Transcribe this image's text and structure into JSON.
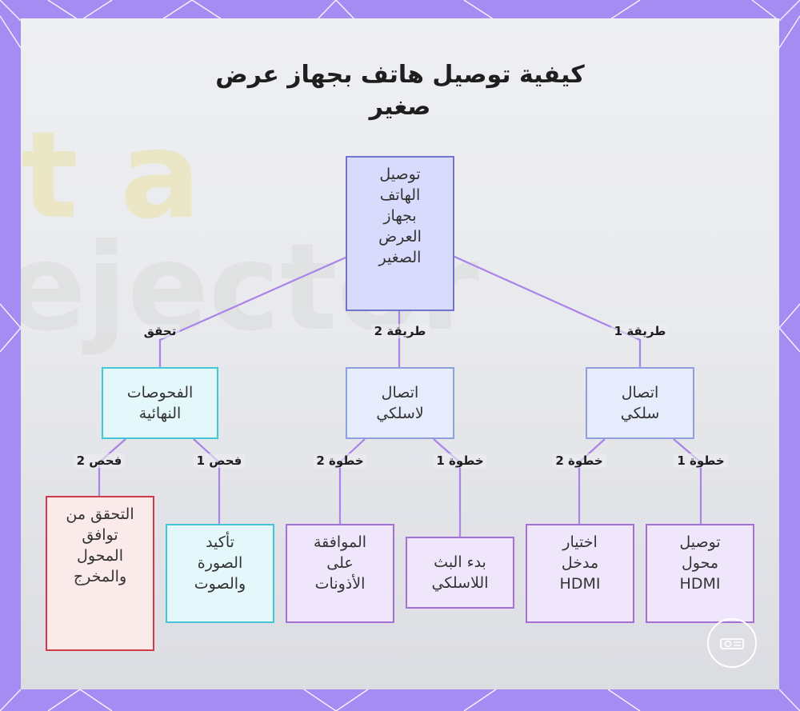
{
  "title": "كيفية توصيل هاتف بجهاز عرض\nصغير",
  "background_text": {
    "line1": "t a",
    "line2": "ejector"
  },
  "colors": {
    "frame": "#a48cf2",
    "edge": "#a883e8",
    "root_fill": "#d8dbfc",
    "blue_fill": "#e6ecfb",
    "cyan_fill": "#e4f7fb",
    "purple_fill": "#f0e6fb",
    "red_fill": "#fbeaea"
  },
  "nodes": {
    "root": "توصيل\nالهاتف\nبجهاز\nالعرض\nالصغير",
    "wired": "اتصال\nسلكي",
    "wireless": "اتصال\nلاسلكي",
    "checks": "الفحوصات\nالنهائية",
    "connect_adapter": "توصيل\nمحول\nHDMI",
    "select_input": "اختيار\nمدخل\nHDMI",
    "start_cast": "بدء البث\nاللاسلكي",
    "approve_permissions": "الموافقة\nعلى\nالأذونات",
    "confirm_av": "تأكيد\nالصورة\nوالصوت",
    "check_compat": "التحقق من\nتوافق\nالمحول\nوالمخرج"
  },
  "edge_labels": {
    "method1": "طريقة 1",
    "method2": "طريقة 2",
    "verify": "تحقق",
    "wired_step1": "خطوة 1",
    "wired_step2": "خطوة 2",
    "wireless_step1": "خطوة 1",
    "wireless_step2": "خطوة 2",
    "check1": "فحص 1",
    "check2": "فحص 2"
  },
  "icons": {
    "badge": "projector-icon"
  }
}
